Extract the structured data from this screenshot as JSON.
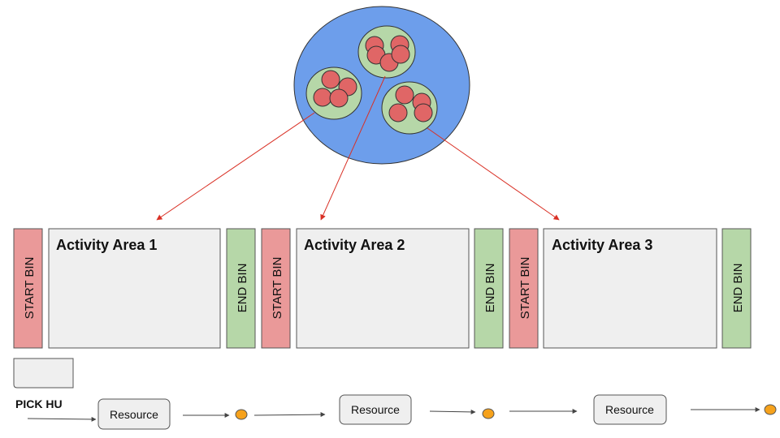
{
  "colors": {
    "cluster_fill": "#6d9eeb",
    "group_fill": "#b6d7a8",
    "item_fill": "#e06666",
    "start_bin_fill": "#ea9999",
    "end_bin_fill": "#b6d7a8",
    "area_fill": "#efefef",
    "resource_fill": "#efefef",
    "token_fill": "#f6a21c",
    "red_arrow": "#d93025",
    "flow_arrow": "#444444"
  },
  "activity_areas": [
    {
      "title": "Activity Area 1",
      "start_bin_label": "START BIN",
      "end_bin_label": "END BIN"
    },
    {
      "title": "Activity Area 2",
      "start_bin_label": "START BIN",
      "end_bin_label": "END BIN"
    },
    {
      "title": "Activity Area 3",
      "start_bin_label": "START BIN",
      "end_bin_label": "END BIN"
    }
  ],
  "pick_hu": {
    "label": "PICK HU"
  },
  "resources": [
    {
      "label": "Resource"
    },
    {
      "label": "Resource"
    },
    {
      "label": "Resource"
    }
  ]
}
